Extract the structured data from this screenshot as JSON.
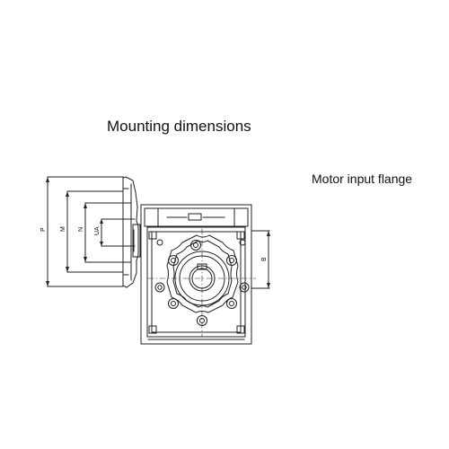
{
  "headings": {
    "mounting": "Mounting dimensions",
    "motor_flange": "Motor input flange"
  },
  "dimensions": {
    "p": "P",
    "m": "M",
    "n": "N",
    "ua": "UA",
    "b": "B"
  },
  "colors": {
    "line": "#222222",
    "background": "#ffffff"
  }
}
